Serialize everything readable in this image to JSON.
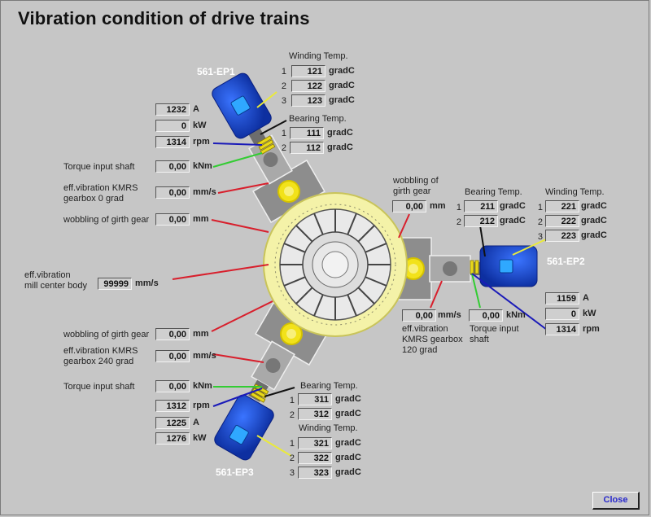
{
  "window": {
    "title": "Vibration condition of drive trains"
  },
  "colors": {
    "motor": "#1a4fd6",
    "gear_ring": "#f2f09a",
    "bolt": "#f2e21a",
    "line_red": "#d81f2c",
    "line_green": "#33cc33",
    "line_blue": "#1a1ab8",
    "line_yellow": "#eaea3a",
    "line_black": "#111111"
  },
  "ep1": {
    "name": "561-EP1",
    "winding_title": "Winding Temp.",
    "winding": [
      {
        "idx": "1",
        "value": "121",
        "unit": "gradC"
      },
      {
        "idx": "2",
        "value": "122",
        "unit": "gradC"
      },
      {
        "idx": "3",
        "value": "123",
        "unit": "gradC"
      }
    ],
    "bearing_title": "Bearing Temp.",
    "bearing": [
      {
        "idx": "1",
        "value": "111",
        "unit": "gradC"
      },
      {
        "idx": "2",
        "value": "112",
        "unit": "gradC"
      }
    ],
    "current": {
      "value": "1232",
      "unit": "A"
    },
    "power": {
      "value": "0",
      "unit": "kW"
    },
    "speed": {
      "value": "1314",
      "unit": "rpm"
    },
    "torque": {
      "label": "Torque input shaft",
      "value": "0,00",
      "unit": "kNm"
    },
    "gearbox_vib": {
      "label1": "eff.vibration KMRS",
      "label2": "gearbox  0 grad",
      "value": "0,00",
      "unit": "mm/s"
    },
    "wobbling": {
      "label": "wobbling of girth gear",
      "value": "0,00",
      "unit": "mm"
    }
  },
  "center": {
    "label1": "eff.vibration",
    "label2": "mill center body",
    "value": "99999",
    "unit": "mm/s"
  },
  "ep2": {
    "name": "561-EP2",
    "wobbling": {
      "label1": "wobbling of",
      "label2": "girth gear",
      "value": "0,00",
      "unit": "mm"
    },
    "bearing_title": "Bearing Temp.",
    "bearing": [
      {
        "idx": "1",
        "value": "211",
        "unit": "gradC"
      },
      {
        "idx": "2",
        "value": "212",
        "unit": "gradC"
      }
    ],
    "winding_title": "Winding Temp.",
    "winding": [
      {
        "idx": "1",
        "value": "221",
        "unit": "gradC"
      },
      {
        "idx": "2",
        "value": "222",
        "unit": "gradC"
      },
      {
        "idx": "3",
        "value": "223",
        "unit": "gradC"
      }
    ],
    "current": {
      "value": "1159",
      "unit": "A"
    },
    "power": {
      "value": "0",
      "unit": "kW"
    },
    "speed": {
      "value": "1314",
      "unit": "rpm"
    },
    "gearbox_vib": {
      "label1": "eff.vibration",
      "label2": "KMRS gearbox",
      "label3": "120 grad",
      "value": "0,00",
      "unit": "mm/s"
    },
    "torque": {
      "label1": "Torque input",
      "label2": "shaft",
      "value": "0,00",
      "unit": "kNm"
    }
  },
  "ep3": {
    "name": "561-EP3",
    "wobbling": {
      "label": "wobbling of girth gear",
      "value": "0,00",
      "unit": "mm"
    },
    "gearbox_vib": {
      "label1": "eff.vibration KMRS",
      "label2": "gearbox 240 grad",
      "value": "0,00",
      "unit": "mm/s"
    },
    "torque": {
      "label": "Torque input shaft",
      "value": "0,00",
      "unit": "kNm"
    },
    "speed": {
      "value": "1312",
      "unit": "rpm"
    },
    "current": {
      "value": "1225",
      "unit": "A"
    },
    "power": {
      "value": "1276",
      "unit": "kW"
    },
    "bearing_title": "Bearing Temp.",
    "bearing": [
      {
        "idx": "1",
        "value": "311",
        "unit": "gradC"
      },
      {
        "idx": "2",
        "value": "312",
        "unit": "gradC"
      }
    ],
    "winding_title": "Winding Temp.",
    "winding": [
      {
        "idx": "1",
        "value": "321",
        "unit": "gradC"
      },
      {
        "idx": "2",
        "value": "322",
        "unit": "gradC"
      },
      {
        "idx": "3",
        "value": "323",
        "unit": "gradC"
      }
    ]
  },
  "buttons": {
    "close": "Close"
  }
}
